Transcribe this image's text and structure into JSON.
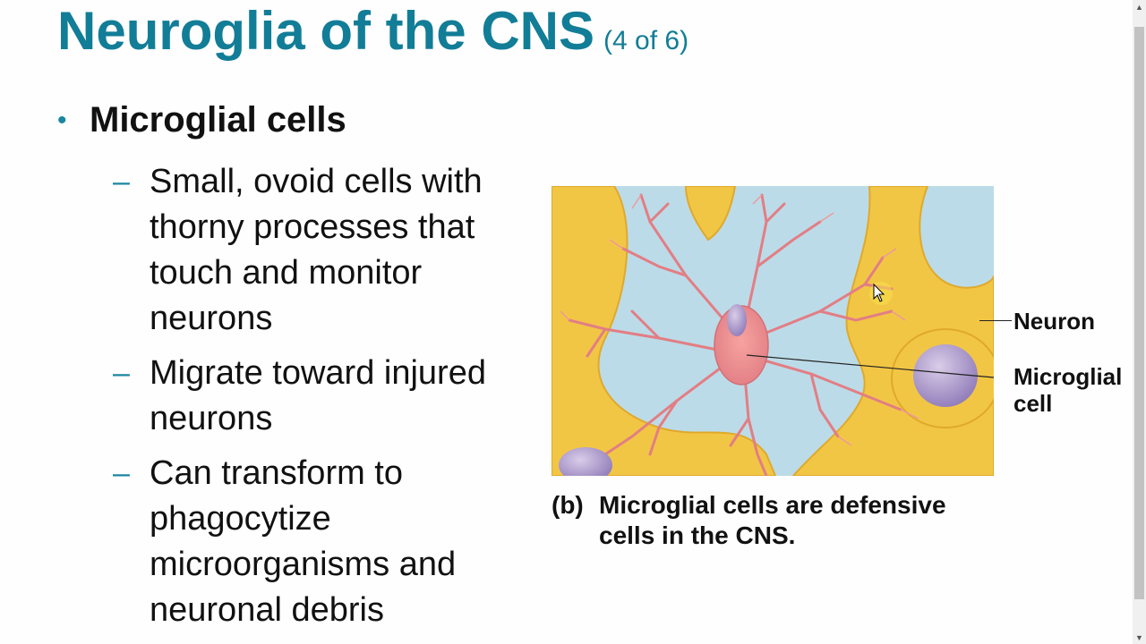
{
  "title": {
    "main": "Neuroglia of the CNS",
    "counter": "(4 of 6)"
  },
  "bullet": {
    "marker": "•",
    "text": "Microglial cells"
  },
  "sub_items": [
    {
      "dash": "–",
      "text": "Small, ovoid cells with\nthorny processes that\ntouch and monitor\nneurons"
    },
    {
      "dash": "–",
      "text": "Migrate toward injured\nneurons"
    },
    {
      "dash": "–",
      "text": "Can transform to\nphagocytize\nmicroorganisms and\nneuronal debris"
    }
  ],
  "figure": {
    "labels": {
      "neuron": "Neuron",
      "microglial_cell": "Microglial\ncell"
    },
    "caption": {
      "letter": "(b)",
      "text": "Microglial cells are defensive\ncells in the CNS."
    },
    "colors": {
      "background": "#bcdbe8",
      "neuron": "#f2c645",
      "microglia": "#e98b8e",
      "nucleus": "#9b85c0"
    }
  },
  "colors": {
    "title": "#127d97",
    "bullet": "#1a87a0",
    "text": "#111111"
  }
}
